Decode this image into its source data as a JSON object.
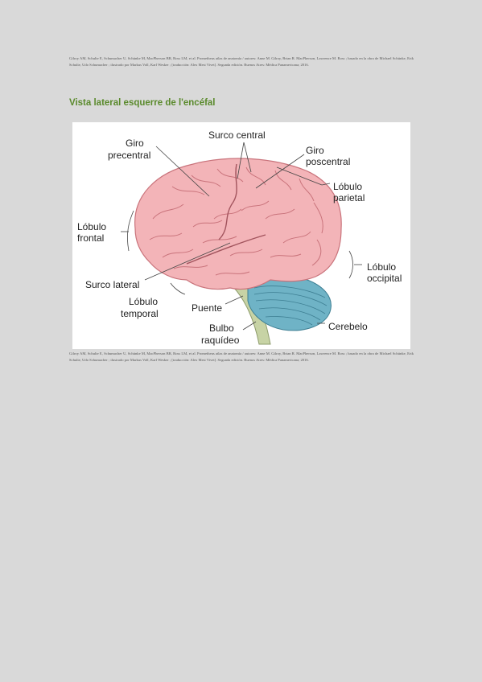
{
  "citation": "Gilroy AM, Schulte E, Schumacher U, Schünke M, MacPherson BR, Ross LM, et al. Prometheus atlas de anatomía / autores: Anne M. Gilroy, Brian R. MacPherson, Lawrence M. Ross ; basado en la obra de Michael Schünke, Erik Schulte, Udo Schumacher ; ilustrado por Markus Voll, Karl Wesker ; [traducción: Alex Mesi Vivet]. Segunda edición. Buenos Aires: Médica Panamericana; 2016.",
  "heading": "Vista lateral esquerre de l'encéfal",
  "figure": {
    "labels": {
      "surco_central": "Surco central",
      "giro_precentral_1": "Giro",
      "giro_precentral_2": "precentral",
      "giro_poscentral_1": "Giro",
      "giro_poscentral_2": "poscentral",
      "lobulo_parietal_1": "Lóbulo",
      "lobulo_parietal_2": "parietal",
      "lobulo_frontal_1": "Lóbulo",
      "lobulo_frontal_2": "frontal",
      "lobulo_occipital_1": "Lóbulo",
      "lobulo_occipital_2": "occipital",
      "surco_lateral": "Surco lateral",
      "lobulo_temporal_1": "Lóbulo",
      "lobulo_temporal_2": "temporal",
      "puente": "Puente",
      "cerebelo": "Cerebelo",
      "bulbo_1": "Bulbo",
      "bulbo_2": "raquídeo"
    },
    "colors": {
      "cerebrum": "#f3b4b8",
      "gyri_line": "#c9737b",
      "cerebellum": "#6fb3c6",
      "brainstem": "#c7d3a5"
    }
  }
}
